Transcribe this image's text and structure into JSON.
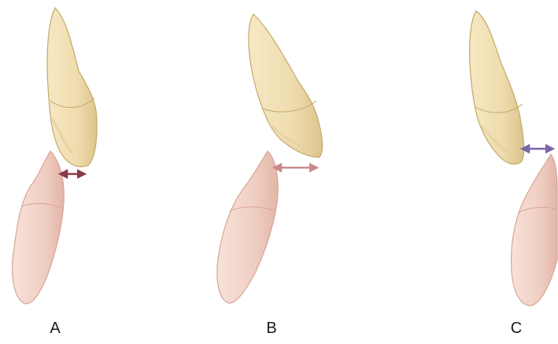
{
  "panels": [
    {
      "label": "A"
    },
    {
      "label": "B"
    },
    {
      "label": "C"
    }
  ],
  "colors": {
    "upper_tooth_fill": "#f1e0b3",
    "upper_tooth_shade": "#dcc48b",
    "upper_tooth_outline": "#c4a86a",
    "lower_tooth_fill": "#f3d6cc",
    "lower_tooth_shade": "#e2b6a8",
    "lower_tooth_outline": "#d8a596",
    "arrow_a": "#8a3a48",
    "arrow_b": "#c98a8a",
    "arrow_c": "#7a66a8"
  }
}
